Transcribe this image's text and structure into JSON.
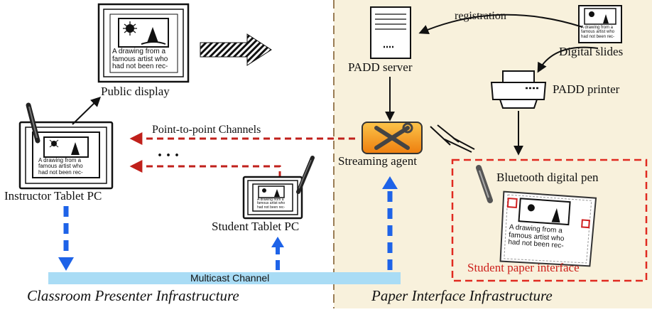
{
  "colors": {
    "paper_bg": "#f8f1dc",
    "divider": "#9a7d55",
    "red_dash": "#c0201b",
    "blue_dash": "#1e63e8",
    "multicast_bar": "#a9dcf5",
    "red_text": "#cc1f1a",
    "agent_orange": "#f39a1c"
  },
  "labels": {
    "public_display": "Public display",
    "instructor_tablet": "Instructor Tablet PC",
    "student_tablet": "Student Tablet PC",
    "point_to_point": "Point-to-point Channels",
    "ellipsis": ". . .",
    "multicast": "Multicast Channel",
    "classroom_infra": "Classroom Presenter Infrastructure",
    "paper_infra": "Paper Interface Infrastructure",
    "registration": "registration",
    "padd_server": "PADD server",
    "digital_slides": "Digital slides",
    "padd_printer": "PADD printer",
    "streaming_agent": "Streaming agent",
    "bluetooth_pen": "Bluetooth digital pen",
    "student_paper": "Student paper interface"
  },
  "slide_caption": [
    "A drawing from a",
    "famous artist who",
    "had not been rec-"
  ],
  "icons": [
    "pen-icon",
    "server-icon",
    "printer-icon",
    "tools-icon",
    "wireless-icon",
    "slide-thumbnail-icon"
  ]
}
